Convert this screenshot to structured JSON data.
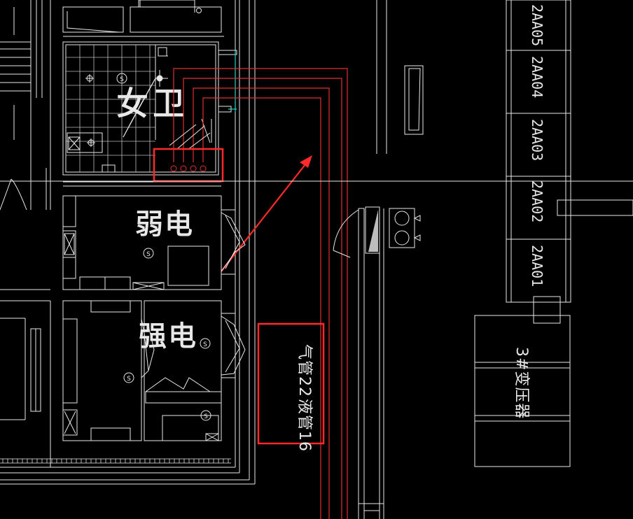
{
  "drawing": {
    "rooms": {
      "womens_restroom": "女卫",
      "low_voltage": "弱电",
      "high_voltage": "强电"
    },
    "annotation_box": {
      "liquid_pipe": "液管16",
      "gas_pipe": "气管22"
    },
    "cabinets": [
      "2AA05",
      "2AA04",
      "2AA03",
      "2AA02",
      "2AA01"
    ],
    "transformer_label": "3#变压器",
    "symbol_letter": "S",
    "colors": {
      "background": "#000000",
      "linework": "#e8e8e8",
      "pipe": "#e03030",
      "highlight": "#ff2a2a",
      "cyan": "#2ad4c8"
    }
  }
}
